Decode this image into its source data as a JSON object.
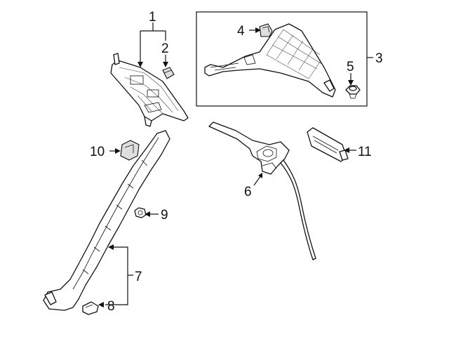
{
  "diagram": {
    "callouts": [
      {
        "id": "1",
        "text": "1"
      },
      {
        "id": "2",
        "text": "2"
      },
      {
        "id": "3",
        "text": "3"
      },
      {
        "id": "4",
        "text": "4"
      },
      {
        "id": "5",
        "text": "5"
      },
      {
        "id": "6",
        "text": "6"
      },
      {
        "id": "7",
        "text": "7"
      },
      {
        "id": "8",
        "text": "8"
      },
      {
        "id": "9",
        "text": "9"
      },
      {
        "id": "10",
        "text": "10"
      },
      {
        "id": "11",
        "text": "11"
      }
    ],
    "colors": {
      "line": "#111111",
      "background": "#ffffff"
    }
  }
}
